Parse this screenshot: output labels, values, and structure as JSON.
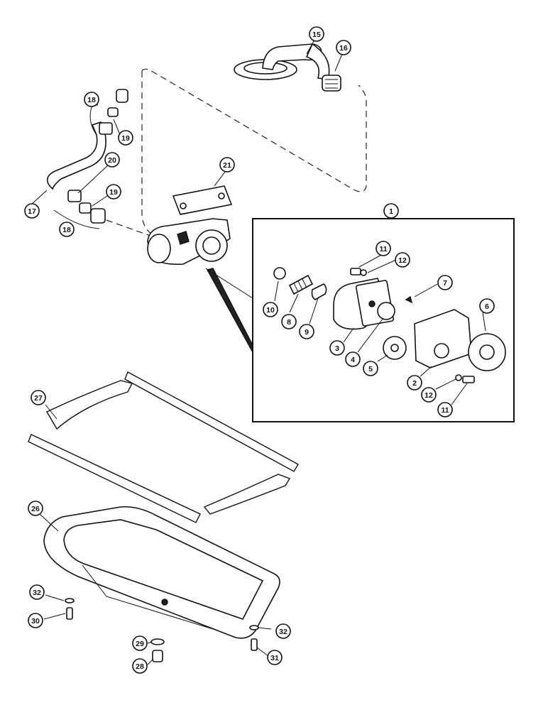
{
  "callouts": [
    {
      "id": "c15",
      "label": "15"
    },
    {
      "id": "c16",
      "label": "16"
    },
    {
      "id": "c18a",
      "label": "18"
    },
    {
      "id": "c19a",
      "label": "19"
    },
    {
      "id": "c20",
      "label": "20"
    },
    {
      "id": "c21",
      "label": "21"
    },
    {
      "id": "c19b",
      "label": "19"
    },
    {
      "id": "c17",
      "label": "17"
    },
    {
      "id": "c18b",
      "label": "18"
    },
    {
      "id": "c1",
      "label": "1"
    },
    {
      "id": "c11a",
      "label": "11"
    },
    {
      "id": "c12a",
      "label": "12"
    },
    {
      "id": "c7",
      "label": "7"
    },
    {
      "id": "c6",
      "label": "6"
    },
    {
      "id": "c10",
      "label": "10"
    },
    {
      "id": "c8",
      "label": "8"
    },
    {
      "id": "c9",
      "label": "9"
    },
    {
      "id": "c3",
      "label": "3"
    },
    {
      "id": "c4",
      "label": "4"
    },
    {
      "id": "c5",
      "label": "5"
    },
    {
      "id": "c2",
      "label": "2"
    },
    {
      "id": "c12b",
      "label": "12"
    },
    {
      "id": "c11b",
      "label": "11"
    },
    {
      "id": "c27",
      "label": "27"
    },
    {
      "id": "c26",
      "label": "26"
    },
    {
      "id": "c32a",
      "label": "32"
    },
    {
      "id": "c30",
      "label": "30"
    },
    {
      "id": "c32b",
      "label": "32"
    },
    {
      "id": "c29",
      "label": "29"
    },
    {
      "id": "c28",
      "label": "28"
    },
    {
      "id": "c31",
      "label": "31"
    }
  ]
}
